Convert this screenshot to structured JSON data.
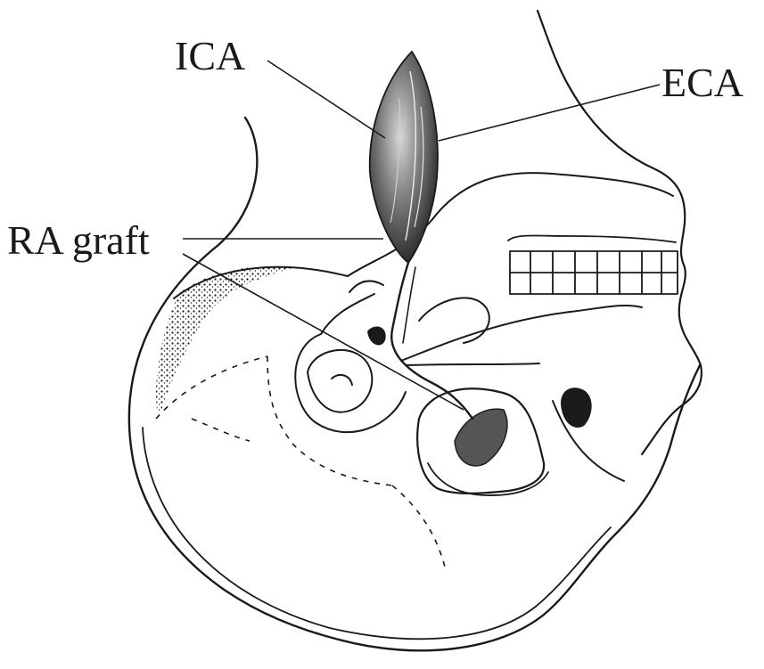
{
  "labels": {
    "ica": "ICA",
    "eca": "ECA",
    "ra_graft": "RA graft"
  },
  "colors": {
    "ink": "#1a1a1a",
    "background": "#ffffff"
  }
}
